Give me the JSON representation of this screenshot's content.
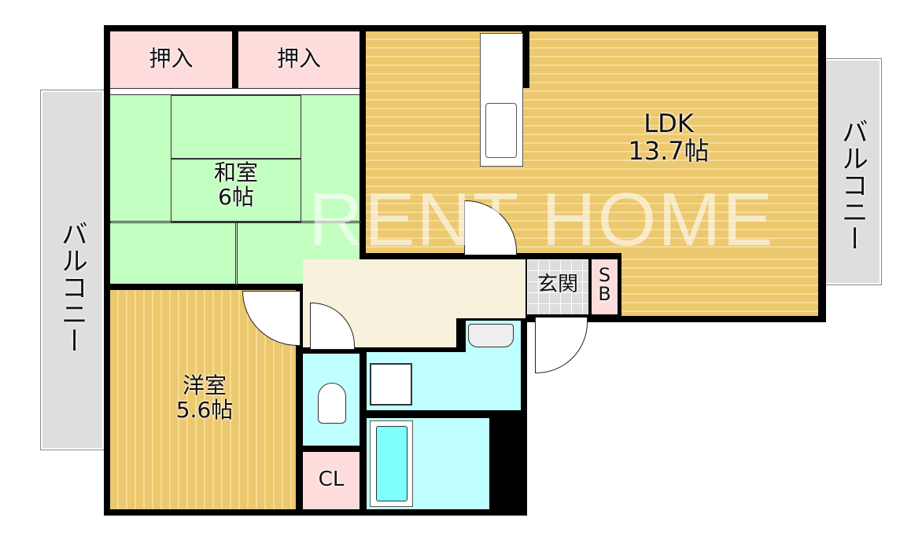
{
  "rooms": {
    "oshiire_1": "押入",
    "oshiire_2": "押入",
    "washitsu": {
      "name": "和室",
      "size": "6帖"
    },
    "yoshitsu": {
      "name": "洋室",
      "size": "5.6帖"
    },
    "ldk": {
      "name": "LDK",
      "size": "13.7帖"
    },
    "genkan": "玄関",
    "sb": "S\nB",
    "cl": "CL",
    "balcony_left": "バルコニー",
    "balcony_right": "バルコニー"
  },
  "watermark": "RENT HOME",
  "colors": {
    "closet": "#ffdcdc",
    "tatami": "#c2ffc0",
    "wood": "#ecc86e",
    "wet": "#c0ffff",
    "hall": "#f8f1dc"
  }
}
